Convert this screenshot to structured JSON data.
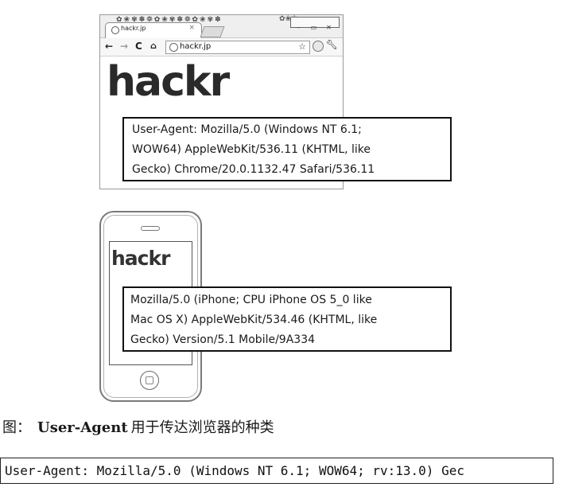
{
  "browser": {
    "tab_title": "hackr.jp",
    "tab_close": "×",
    "url": "hackr.jp",
    "brand": "hackr",
    "icons": [
      "back-arrow-icon",
      "forward-arrow-icon",
      "reload-icon",
      "home-icon",
      "globe-icon",
      "star-icon",
      "wrench-icon"
    ]
  },
  "desktop_ua": {
    "lines": [
      "User-Agent: Mozilla/5.0 (Windows NT 6.1;",
      "WOW64) AppleWebKit/536.11 (KHTML, like",
      "Gecko) Chrome/20.0.1132.47 Safari/536.11"
    ]
  },
  "phone": {
    "brand": "hackr"
  },
  "mobile_ua": {
    "lines": [
      "Mozilla/5.0 (iPhone; CPU iPhone OS 5_0 like",
      "Mac OS X) AppleWebKit/534.46 (KHTML, like",
      "Gecko) Version/5.1 Mobile/9A334"
    ]
  },
  "caption": {
    "prefix": "图：",
    "keyword": "User-Agent",
    "rest": "用于传达浏览器的种类"
  },
  "code": {
    "text": "User-Agent: Mozilla/5.0 (Windows NT 6.1; WOW64; rv:13.0) Gec"
  }
}
